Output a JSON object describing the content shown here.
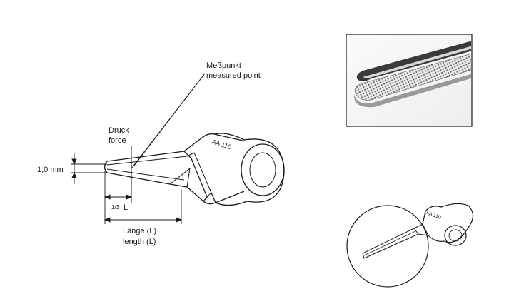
{
  "labels": {
    "messpunkt": "Meßpunkt",
    "measured_point": "measured point",
    "druck": "Druck",
    "force": "force",
    "thickness": "1,0 mm",
    "third_frac": "1/3",
    "third_L": "L",
    "laenge": "Länge (L)",
    "length": "length (L)"
  },
  "engraving": {
    "main": "AA 110",
    "detail": "AA 110"
  },
  "colors": {
    "line": "#1a1a1a",
    "background": "#ffffff"
  }
}
